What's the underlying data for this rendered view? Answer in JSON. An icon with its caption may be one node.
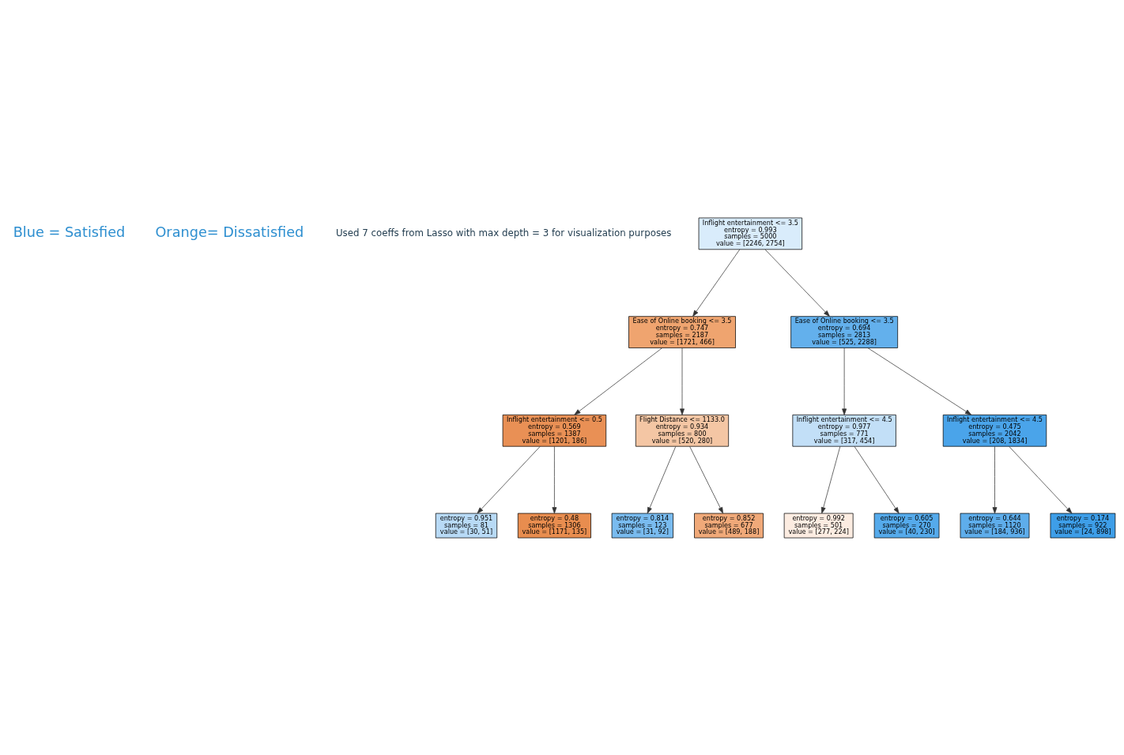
{
  "diagram": {
    "nodes": [
      {
        "text": [
          "Inflight entertainment <= 3.5",
          "entropy = 0.993",
          "samples = 5000",
          "value = [2246, 2754]"
        ]
      },
      {
        "text": [
          "Ease of Online booking <= 3.5",
          "entropy = 0.747",
          "samples = 2187",
          "value = [1721, 466]"
        ]
      },
      {
        "text": [
          "Ease of Online booking <= 3.5",
          "entropy = 0.694",
          "samples = 2813",
          "value = [525, 2288]"
        ]
      },
      {
        "text": [
          "Inflight entertainment <= 0.5",
          "entropy = 0.569",
          "samples = 1387",
          "value = [1201, 186]"
        ]
      },
      {
        "text": [
          "Flight Distance <= 1133.0",
          "entropy = 0.934",
          "samples = 800",
          "value = [520, 280]"
        ]
      },
      {
        "text": [
          "Inflight entertainment <= 4.5",
          "entropy = 0.977",
          "samples = 771",
          "value = [317, 454]"
        ]
      },
      {
        "text": [
          "Inflight entertainment <= 4.5",
          "entropy = 0.475",
          "samples = 2042",
          "value = [208, 1834]"
        ]
      },
      {
        "text": [
          "entropy = 0.951",
          "samples = 81",
          "value = [30, 51]"
        ]
      },
      {
        "text": [
          "entropy = 0.48",
          "samples = 1306",
          "value = [1171, 135]"
        ]
      },
      {
        "text": [
          "entropy = 0.814",
          "samples = 123",
          "value = [31, 92]"
        ]
      },
      {
        "text": [
          "entropy = 0.852",
          "samples = 677",
          "value = [489, 188]"
        ]
      },
      {
        "text": [
          "entropy = 0.992",
          "samples = 501",
          "value = [277, 224]"
        ]
      },
      {
        "text": [
          "entropy = 0.605",
          "samples = 270",
          "value = [40, 230]"
        ]
      },
      {
        "text": [
          "entropy = 0.644",
          "samples = 1120",
          "value = [184, 936]"
        ]
      },
      {
        "text": [
          "entropy = 0.174",
          "samples = 922",
          "value = [24, 898]"
        ]
      }
    ],
    "edges": [
      {
        "from": 0,
        "to": 1,
        "arrow": "to"
      },
      {
        "from": 0,
        "to": 2,
        "arrow": "to"
      },
      {
        "from": 1,
        "to": 3,
        "arrow": "to"
      },
      {
        "from": 1,
        "to": 4,
        "arrow": "to"
      },
      {
        "from": 2,
        "to": 5,
        "arrow": "to"
      },
      {
        "from": 2,
        "to": 6,
        "arrow": "to"
      },
      {
        "from": 3,
        "to": 7,
        "arrow": "to"
      },
      {
        "from": 3,
        "to": 8,
        "arrow": "to"
      },
      {
        "from": 4,
        "to": 9,
        "arrow": "to"
      },
      {
        "from": 4,
        "to": 10,
        "arrow": "to"
      },
      {
        "from": 5,
        "to": 11,
        "arrow": "to"
      },
      {
        "from": 5,
        "to": 12,
        "arrow": "to"
      },
      {
        "from": 6,
        "to": 13,
        "arrow": "to"
      },
      {
        "from": 6,
        "to": 14,
        "arrow": "to"
      }
    ],
    "labels": [
      "Blue = Satisfied",
      "Orange= Dissatisfied",
      "Used 7 coeffs from Lasso with max depth = 3 for visualization purposes"
    ]
  }
}
